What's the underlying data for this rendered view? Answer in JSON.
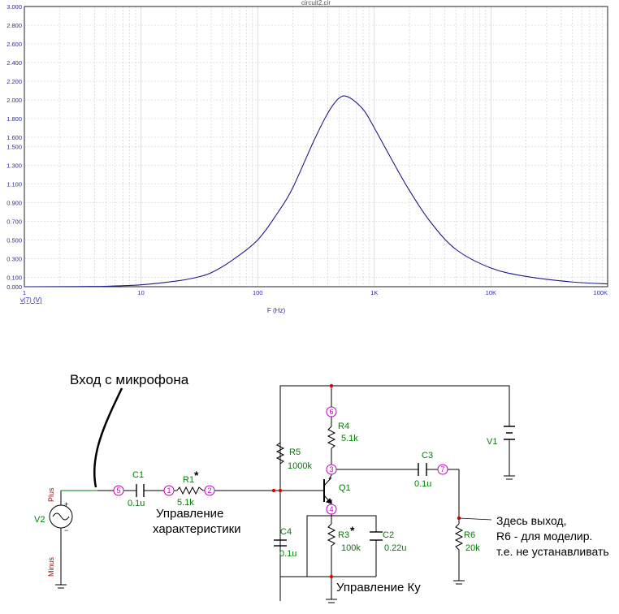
{
  "chart_data": {
    "type": "line",
    "title": "circuit2.cir",
    "xlabel": "F (Hz)",
    "ylabel": "",
    "x_scale": "log",
    "xlim": [
      1,
      100000
    ],
    "ylim": [
      0,
      3.0
    ],
    "grid": true,
    "legend": "bottom-left",
    "x_ticks": [
      {
        "v": 1,
        "label": "1"
      },
      {
        "v": 10,
        "label": "10"
      },
      {
        "v": 100,
        "label": "100"
      },
      {
        "v": 1000,
        "label": "1K"
      },
      {
        "v": 10000,
        "label": "10K"
      },
      {
        "v": 100000,
        "label": "100K"
      }
    ],
    "y_ticks": [
      {
        "v": 0.0,
        "label": "0.000"
      },
      {
        "v": 0.1,
        "label": "0.100"
      },
      {
        "v": 0.3,
        "label": "0.300"
      },
      {
        "v": 0.5,
        "label": "0.500"
      },
      {
        "v": 0.7,
        "label": "0.700"
      },
      {
        "v": 0.9,
        "label": "0.900"
      },
      {
        "v": 1.1,
        "label": "1.100"
      },
      {
        "v": 1.3,
        "label": "1.300"
      },
      {
        "v": 1.5,
        "label": "1.500"
      },
      {
        "v": 1.6,
        "label": "1.600"
      },
      {
        "v": 1.8,
        "label": "1.800"
      },
      {
        "v": 2.0,
        "label": "2.000"
      },
      {
        "v": 2.2,
        "label": "2.200"
      },
      {
        "v": 2.4,
        "label": "2.400"
      },
      {
        "v": 2.6,
        "label": "2.600"
      },
      {
        "v": 2.8,
        "label": "2.800"
      },
      {
        "v": 3.0,
        "label": "3.000"
      }
    ],
    "series": [
      {
        "name": "v(7) (V)",
        "color": "#1a1a8c",
        "x": [
          1,
          3,
          5,
          10,
          20,
          30,
          40,
          60,
          100,
          150,
          200,
          300,
          400,
          500,
          600,
          800,
          1000,
          1500,
          2000,
          3000,
          5000,
          10000,
          20000,
          50000,
          100000
        ],
        "y": [
          0.0,
          0.002,
          0.005,
          0.02,
          0.06,
          0.1,
          0.15,
          0.28,
          0.5,
          0.8,
          1.06,
          1.55,
          1.86,
          2.02,
          2.03,
          1.9,
          1.7,
          1.3,
          1.03,
          0.7,
          0.4,
          0.2,
          0.11,
          0.05,
          0.03
        ]
      }
    ]
  },
  "schematic": {
    "annotations": {
      "mic_input": "Вход с микрофона",
      "char_control_1": "Управление",
      "char_control_2": "характеристики",
      "ky_control": "Управление Ку",
      "output_1": "Здесь выход,",
      "output_2": "R6 - для моделир.",
      "output_3": "т.е. не устанавливать"
    },
    "components": {
      "v2_name": "V2",
      "v2_plus": "Plus",
      "v2_minus": "Minus",
      "plus_sign": "+",
      "minus_sign": "−",
      "v1_name": "V1",
      "c1_name": "C1",
      "c1_val": "0.1u",
      "r1_name": "R1",
      "r1_val": "5.1k",
      "r5_name": "R5",
      "r5_val": "1000k",
      "r4_name": "R4",
      "r4_val": "5.1k",
      "q1_name": "Q1",
      "c3_name": "C3",
      "c3_val": "0.1u",
      "c4_name": "C4",
      "c4_val": "0.1u",
      "r3_name": "R3",
      "r3_val": "100k",
      "c2_name": "C2",
      "c2_val": "0.22u",
      "r6_name": "R6",
      "r6_val": "20k",
      "star": "*"
    },
    "nodes": {
      "n1": "1",
      "n2": "2",
      "n3": "3",
      "n4": "4",
      "n5": "5",
      "n6": "6",
      "n7": "7"
    }
  }
}
